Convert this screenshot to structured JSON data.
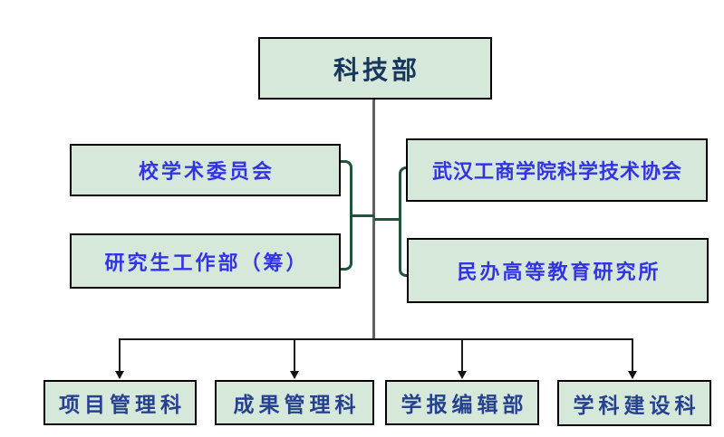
{
  "diagram": {
    "root": {
      "label": "科技部"
    },
    "side_left": [
      {
        "label": "校学术委员会"
      },
      {
        "label": "研究生工作部（筹）"
      }
    ],
    "side_right": [
      {
        "label": "武汉工商学院科学技术协会"
      },
      {
        "label": "民办高等教育研究所"
      }
    ],
    "bottom": [
      {
        "label": "项目管理科"
      },
      {
        "label": "成果管理科"
      },
      {
        "label": "学报编辑部"
      },
      {
        "label": "学科建设科"
      }
    ],
    "colors": {
      "box_fill": "#d6e8da",
      "box_border": "#000000",
      "root_text": "#17365d",
      "side_text": "#3333e6",
      "bottom_text": "#26418f",
      "bracket_line": "#1f5438",
      "trunk_line": "#616161",
      "connector_line": "#1a1a1a"
    }
  }
}
